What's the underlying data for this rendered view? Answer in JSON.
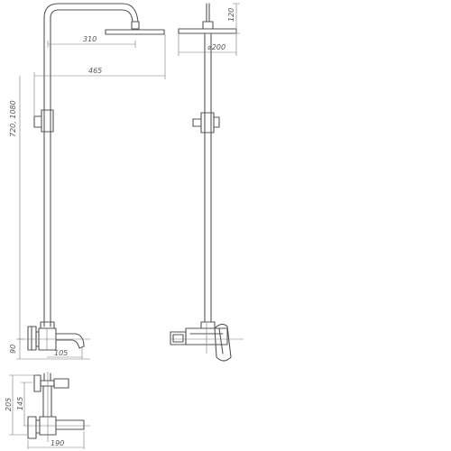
{
  "dimensions": {
    "head_reach": "310",
    "arm_reach": "465",
    "height_range": "720, 1080",
    "head_drop": "120",
    "head_diameter": "⌀200",
    "spout_length": "105",
    "spout_height": "90",
    "mixer_height": "205",
    "mixer_mid": "145",
    "mixer_width": "190"
  },
  "colors": {
    "line": "#555555",
    "dim_line": "#7a7a7a",
    "background": "#ffffff"
  }
}
